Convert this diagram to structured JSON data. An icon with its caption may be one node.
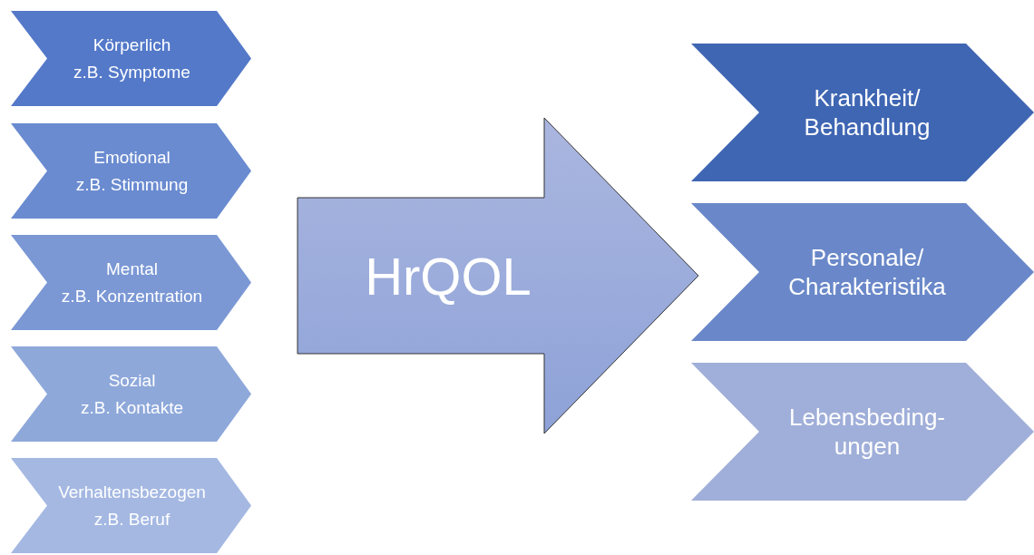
{
  "diagram": {
    "nodes": [
      {
        "text": [
          "Körperlich",
          "z.B. Symptome"
        ]
      },
      {
        "text": [
          "Emotional",
          "z.B. Stimmung"
        ]
      },
      {
        "text": [
          "Mental",
          "z.B. Konzentration"
        ]
      },
      {
        "text": [
          "Sozial",
          "z.B. Kontakte"
        ]
      },
      {
        "text": [
          "Verhaltensbezogen",
          "z.B. Beruf"
        ]
      },
      {
        "text": [
          "HrQOL"
        ]
      },
      {
        "text": [
          "Krankheit/ Behandlung"
        ]
      },
      {
        "text": [
          "Personale/ Charakteristika"
        ]
      },
      {
        "text": [
          "Lebensbeding- ungen"
        ]
      }
    ]
  }
}
